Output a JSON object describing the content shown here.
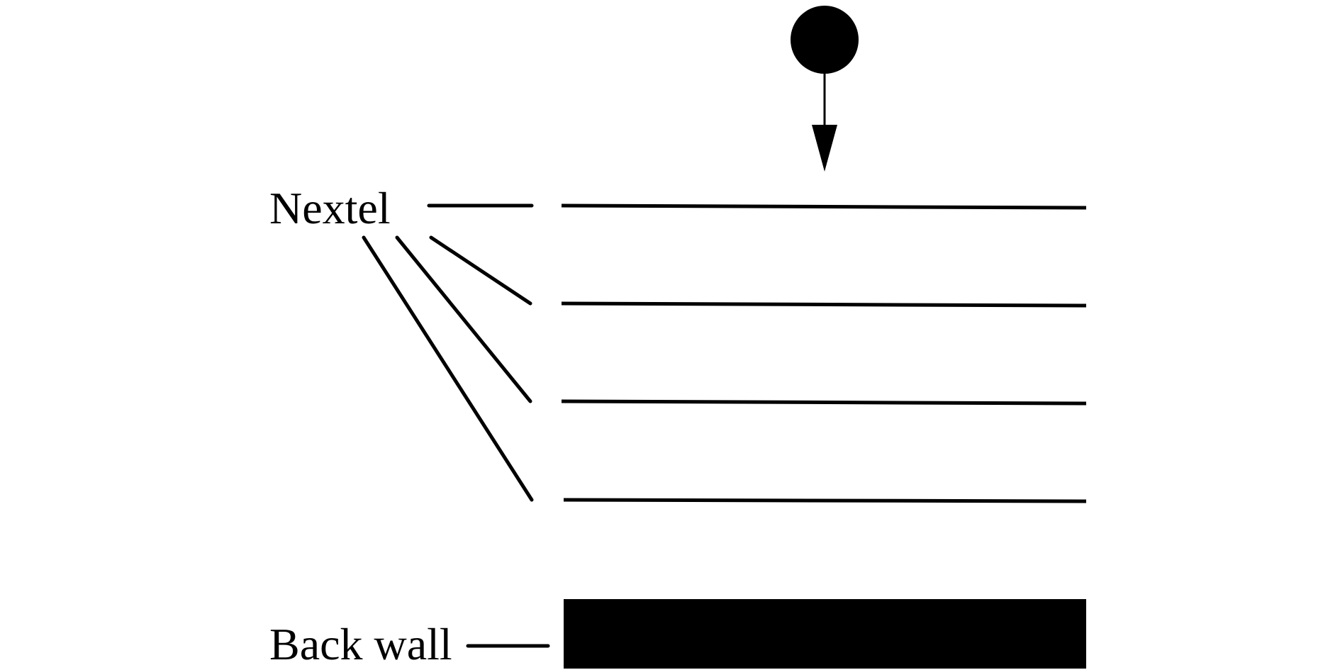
{
  "labels": {
    "nextel": "Nextel",
    "back_wall": "Back wall"
  },
  "colors": {
    "ink": "#000000",
    "background": "#ffffff"
  },
  "elements": {
    "projectile": "solid circle with downward arrow (impact direction)",
    "layers": "four Nextel sheets",
    "back_wall": "solid back wall plate"
  }
}
